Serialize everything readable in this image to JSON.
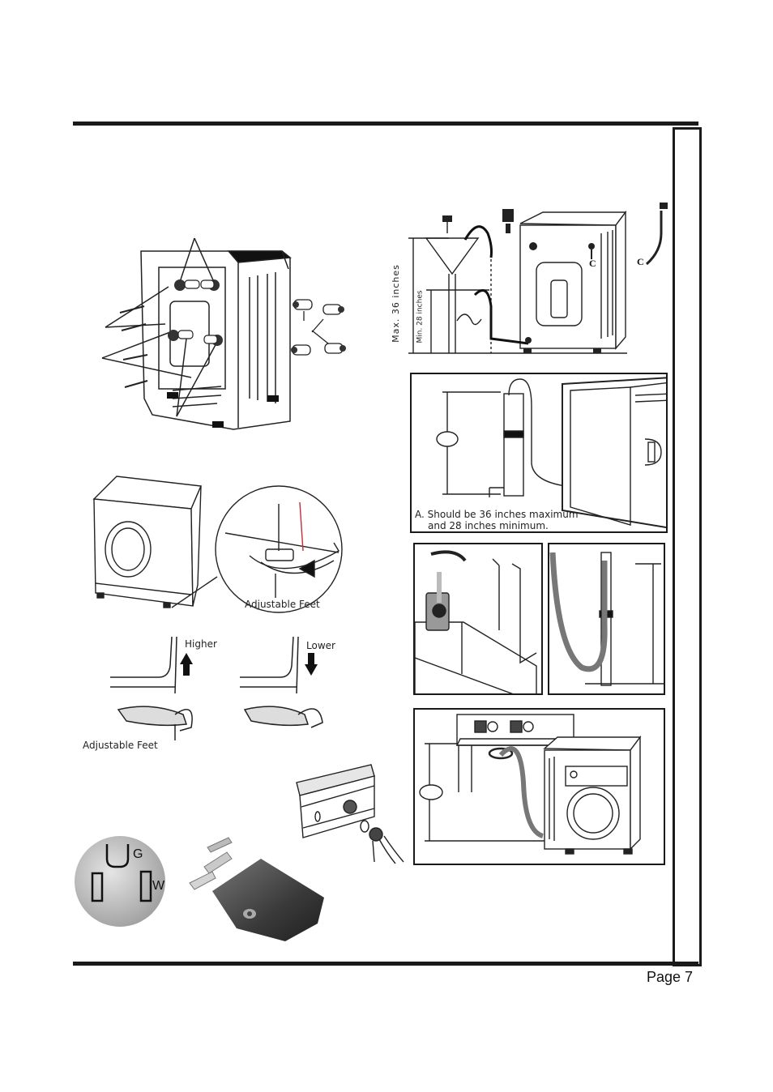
{
  "page": {
    "number_label": "Page 7"
  },
  "shipping_bolts": {},
  "leveling": {
    "feet_label_top": "Adjustable Feet",
    "higher_label": "Higher",
    "lower_label": "Lower",
    "feet_label_bottom": "Adjustable Feet"
  },
  "outlet": {
    "ground_label": "G",
    "white_label": "W"
  },
  "drain_heights": {
    "max_label": "Max. 36 inches",
    "min_label": "Min. 28 inches",
    "c_label_machine": "C",
    "c_label_hose": "C"
  },
  "standpipe": {
    "note_line1": "A. Should be 36 inches maximum",
    "note_line2": "and 28 inches minimum."
  },
  "colors": {
    "rule": "#1a1a1a",
    "hose_gray": "#777777",
    "plug_dark": "#3a3a3a"
  }
}
